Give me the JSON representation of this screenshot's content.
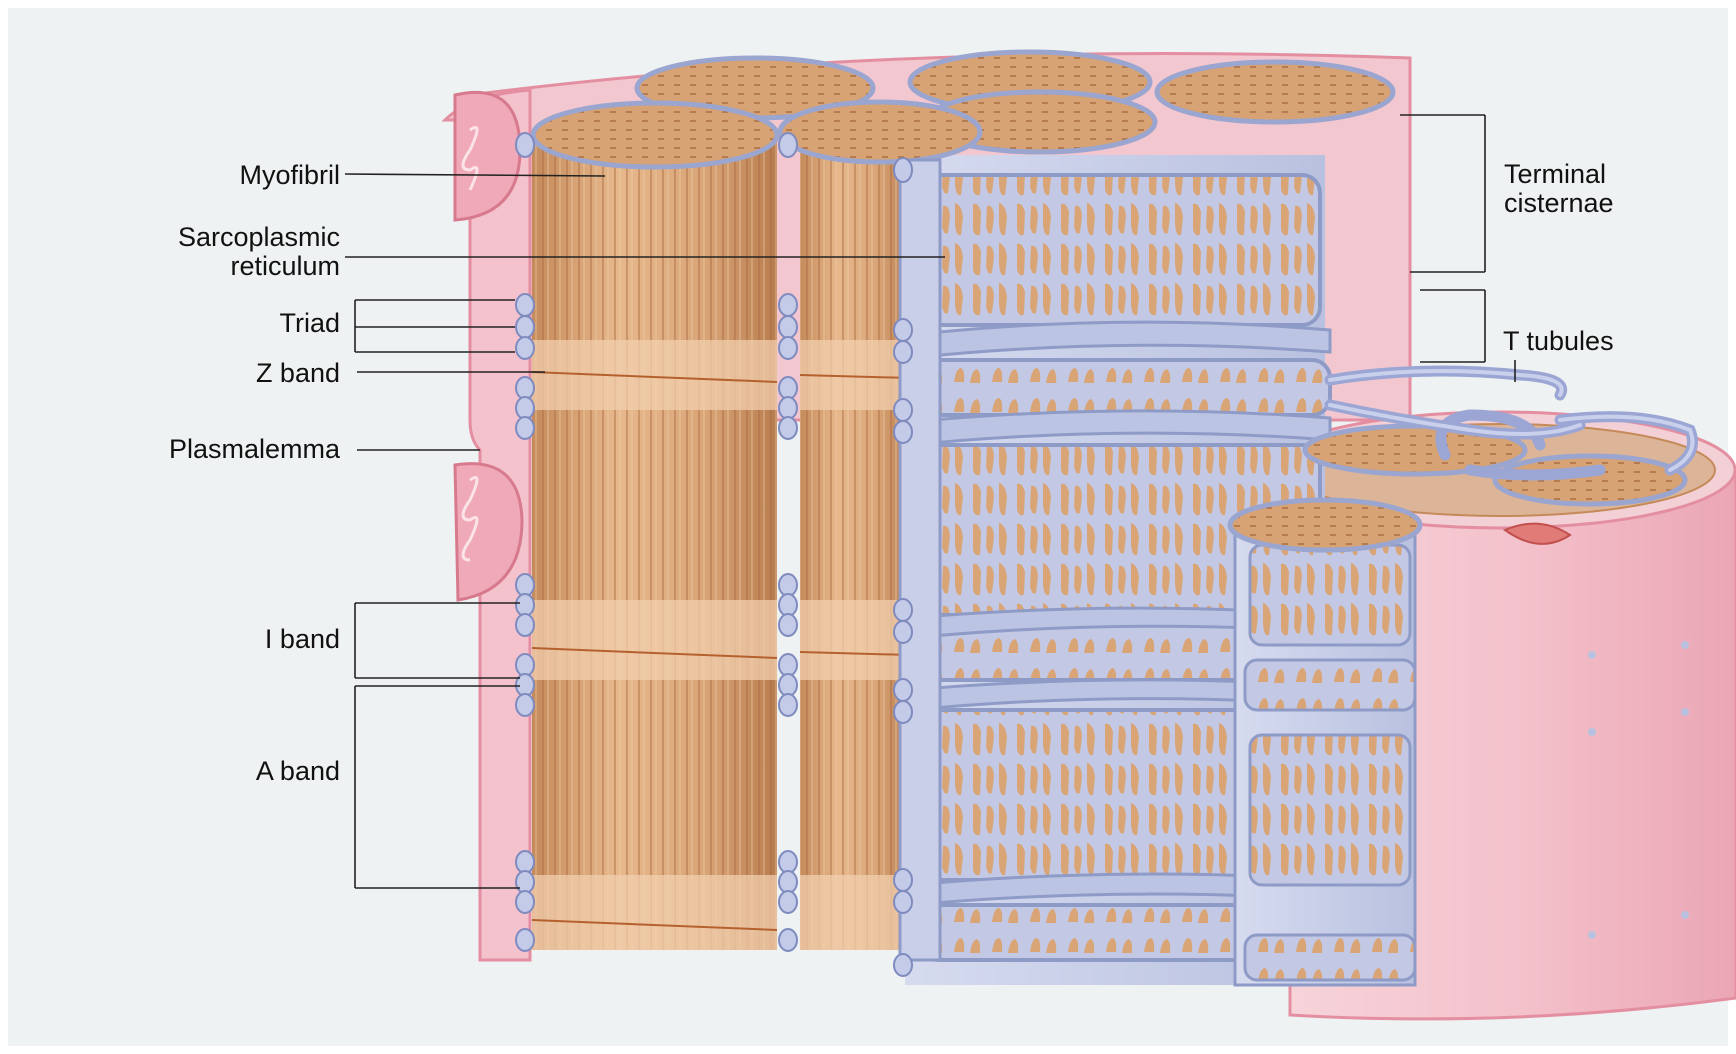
{
  "labels": {
    "myofibril": "Myofibril",
    "sarcoplasmic_1": "Sarcoplasmic",
    "sarcoplasmic_2": "reticulum",
    "triad": "Triad",
    "z_band": "Z band",
    "plasmalemma": "Plasmalemma",
    "i_band": "I band",
    "a_band": "A band",
    "terminal_1": "Terminal",
    "terminal_2": "cisternae",
    "t_tubules": "T tubules"
  },
  "colors": {
    "background": "#eef2f2",
    "fibril": "#d9a577",
    "fibril_light": "#ecc9a4",
    "fibril_dark": "#b7784a",
    "reticulum": "#c7cde6",
    "reticulum_edge": "#8f9bc7",
    "membrane": "#f4c2cc",
    "membrane_edge": "#e48fa1"
  },
  "icons": {
    "mitochondrion": "mitochondrion-icon"
  }
}
